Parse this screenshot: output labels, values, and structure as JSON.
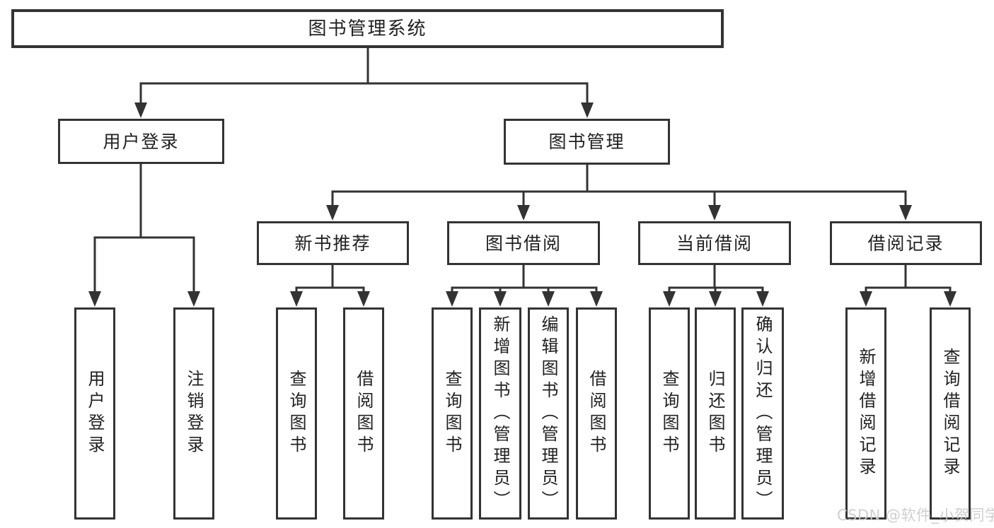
{
  "page": {
    "background_color": "#ffffff",
    "line_color": "#333333",
    "text_color": "#212121",
    "watermark": {
      "text": "CSDN @软件_小贺同学",
      "color": "#cbcbcb"
    }
  },
  "tree": {
    "root": {
      "label": "图书管理系统",
      "children": [
        {
          "label": "用户登录",
          "children": [
            {
              "label": "用户登录"
            },
            {
              "label": "注销登录"
            }
          ]
        },
        {
          "label": "图书管理",
          "children": [
            {
              "label": "新书推荐",
              "children": [
                {
                  "label": "查询图书"
                },
                {
                  "label": "借阅图书"
                }
              ]
            },
            {
              "label": "图书借阅",
              "children": [
                {
                  "label": "查询图书"
                },
                {
                  "label": "新增图书（管理员）"
                },
                {
                  "label": "编辑图书（管理员）"
                },
                {
                  "label": "借阅图书"
                }
              ]
            },
            {
              "label": "当前借阅",
              "children": [
                {
                  "label": "查询图书"
                },
                {
                  "label": "归还图书"
                },
                {
                  "label": "确认归还（管理员）"
                }
              ]
            },
            {
              "label": "借阅记录",
              "children": [
                {
                  "label": "新增借阅记录"
                },
                {
                  "label": "查询借阅记录"
                }
              ]
            }
          ]
        }
      ]
    }
  }
}
